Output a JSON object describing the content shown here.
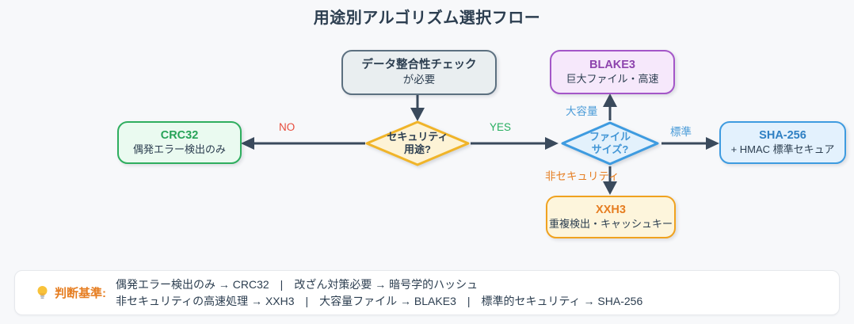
{
  "title": "用途別アルゴリズム選択フロー",
  "flow": {
    "start": {
      "line1": "データ整合性チェック",
      "line2": "が必要"
    },
    "decision_security": {
      "line1": "セキュリティ",
      "line2": "用途?"
    },
    "decision_filesize": {
      "line1": "ファイル",
      "line2": "サイズ?"
    },
    "crc32": {
      "name": "CRC32",
      "desc": "偶発エラー検出のみ"
    },
    "blake3": {
      "name": "BLAKE3",
      "desc": "巨大ファイル・高速"
    },
    "sha256": {
      "name": "SHA-256",
      "desc": "+ HMAC 標準セキュア"
    },
    "xxh3": {
      "name": "XXH3",
      "desc": "重複検出・キャッシュキー"
    },
    "edges": {
      "no": "NO",
      "yes": "YES",
      "large_file": "大容量",
      "standard": "標準",
      "non_security": "非セキュリティ"
    }
  },
  "criteria": {
    "icon": "lightbulb-icon",
    "label": "判断基準:",
    "line1": "偶発エラー検出のみ → CRC32　|　改ざん対策必要 → 暗号学的ハッシュ",
    "line2": "非セキュリティの高速処理 → XXH3　|　大容量ファイル → BLAKE3　|　標準的セキュリティ → SHA-256"
  },
  "colors": {
    "background": "#f7f8fa",
    "arrow": "#3a4a5c",
    "title_text": "#2c3e50",
    "start_fill": "#e9eef0",
    "start_border": "#5c7080",
    "security_fill": "#fdf3d6",
    "security_border": "#f0b429",
    "filesize_fill": "#e3f1fc",
    "filesize_border": "#3e9be0",
    "filesize_text": "#4296d6",
    "crc32_fill": "#eafaf0",
    "crc32_border": "#2fae5f",
    "crc32_text": "#27a358",
    "blake3_fill": "#f6e8fb",
    "blake3_border": "#a456c8",
    "blake3_text": "#8d44ad",
    "sha256_fill": "#e3f1fd",
    "sha256_border": "#3e9be0",
    "sha256_text": "#2f80c3",
    "xxh3_fill": "#fdf5dc",
    "xxh3_border": "#f0a21f",
    "xxh3_text": "#e67e22",
    "no_label": "#e74c3c",
    "yes_label": "#27ae60",
    "size_labels": "#4a9bd8",
    "non_security_label": "#e67e22",
    "criteria_label": "#e67e22",
    "criteria_text": "#2c3e50"
  }
}
